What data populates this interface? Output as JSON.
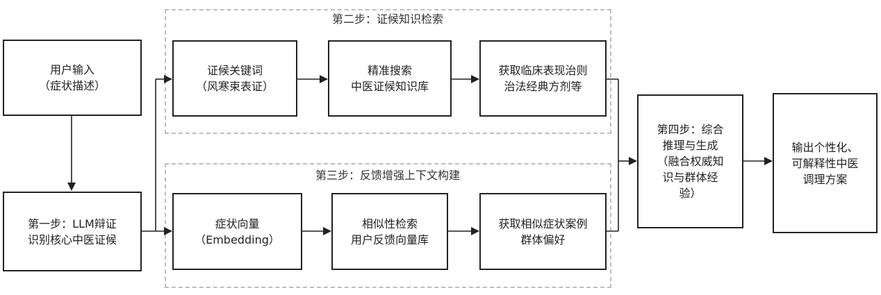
{
  "groups": {
    "step2": {
      "title": "第二步：证候知识检索"
    },
    "step3": {
      "title": "第三步：反馈增强上下文构建"
    }
  },
  "boxes": {
    "user_input": {
      "lines": [
        "用户输入",
        "（症状描述）"
      ]
    },
    "step1": {
      "lines": [
        "第一步：LLM辩证",
        "识别核心中医证候"
      ]
    },
    "keywords": {
      "lines": [
        "证候关键词",
        "（风寒束表证）"
      ]
    },
    "precise_search": {
      "lines": [
        "精准搜索",
        "中医证候知识库"
      ]
    },
    "clinical": {
      "lines": [
        "获取临床表现治则",
        "治法经典方剂等"
      ]
    },
    "symptom_vector": {
      "lines": [
        "症状向量",
        "（Embedding）"
      ]
    },
    "similarity_search": {
      "lines": [
        "相似性检索",
        "用户反馈向量库"
      ]
    },
    "similar_cases": {
      "lines": [
        "获取相似症状案例",
        "群体偏好"
      ]
    },
    "step4": {
      "lines": [
        "第四步：综合",
        "推理与生成",
        "（融合权威知",
        "识与群体经",
        "验）"
      ]
    },
    "output": {
      "lines": [
        "输出个性化、",
        "可解释性中医",
        "调理方案"
      ]
    }
  }
}
